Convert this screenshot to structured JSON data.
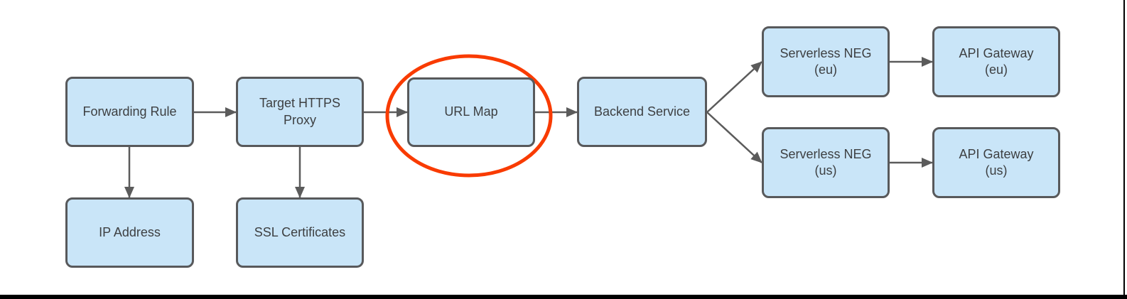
{
  "diagram": {
    "type": "flowchart",
    "background_color": "#ffffff",
    "nodes": {
      "forwarding_rule": {
        "label": "Forwarding Rule"
      },
      "target_https_proxy": {
        "label": "Target HTTPS\nProxy"
      },
      "url_map": {
        "label": "URL Map"
      },
      "backend_service": {
        "label": "Backend Service"
      },
      "serverless_neg_eu": {
        "label": "Serverless NEG\n(eu)"
      },
      "api_gateway_eu": {
        "label": "API Gateway\n(eu)"
      },
      "serverless_neg_us": {
        "label": "Serverless NEG\n(us)"
      },
      "api_gateway_us": {
        "label": "API Gateway\n(us)"
      },
      "ip_address": {
        "label": "IP Address"
      },
      "ssl_certificates": {
        "label": "SSL Certificates"
      }
    },
    "edges": [
      {
        "from": "Forwarding Rule",
        "to": "Target HTTPS Proxy"
      },
      {
        "from": "Target HTTPS Proxy",
        "to": "URL Map"
      },
      {
        "from": "URL Map",
        "to": "Backend Service"
      },
      {
        "from": "Backend Service",
        "to": "Serverless NEG (eu)"
      },
      {
        "from": "Backend Service",
        "to": "Serverless NEG (us)"
      },
      {
        "from": "Serverless NEG (eu)",
        "to": "API Gateway (eu)"
      },
      {
        "from": "Serverless NEG (us)",
        "to": "API Gateway (us)"
      },
      {
        "from": "Forwarding Rule",
        "to": "IP Address"
      },
      {
        "from": "Target HTTPS Proxy",
        "to": "SSL Certificates"
      }
    ],
    "annotation": {
      "shape": "ellipse",
      "highlighted_node": "URL Map",
      "color": "#f93b00"
    },
    "colors": {
      "node_fill": "#c9e5f8",
      "node_border": "#58595b",
      "node_text": "#3d3f41",
      "edge": "#5b5b5b",
      "highlight": "#f93b00",
      "window_border": "#000000"
    }
  }
}
